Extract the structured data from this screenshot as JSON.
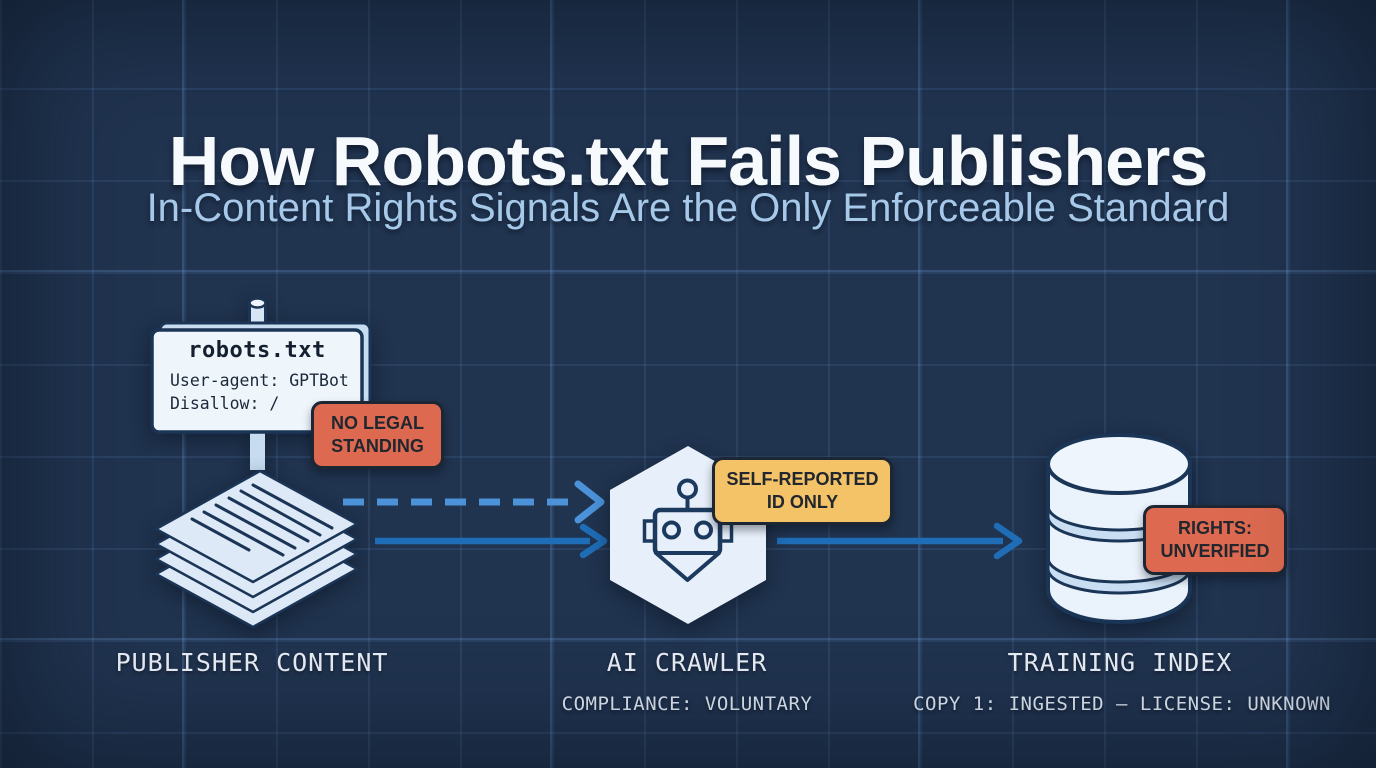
{
  "header": {
    "title": "How Robots.txt Fails Publishers",
    "subtitle": "In-Content Rights Signals Are the Only Enforceable Standard"
  },
  "sign": {
    "filename": "robots.txt",
    "rule1": "User-agent: GPTBot",
    "rule2": "Disallow: /"
  },
  "badges": {
    "no_legal_standing": {
      "line1": "NO LEGAL",
      "line2": "STANDING",
      "color": "#dd6a50"
    },
    "self_reported_id": {
      "line1": "SELF-REPORTED",
      "line2": "ID ONLY",
      "color": "#f4c367"
    },
    "rights_unverified": {
      "line1": "RIGHTS:",
      "line2": "UNVERIFIED",
      "color": "#dd6a50"
    }
  },
  "nodes": {
    "publisher_content": {
      "label": "PUBLISHER CONTENT"
    },
    "ai_crawler": {
      "label": "AI CRAWLER",
      "status": "COMPLIANCE: VOLUNTARY"
    },
    "training_index": {
      "label": "TRAINING INDEX",
      "status": "COPY 1: INGESTED — LICENSE: UNKNOWN"
    }
  },
  "icons": {
    "publisher": "robots-txt-signpost + paper-stack-icon",
    "crawler": "robot-in-hexagon-icon",
    "index": "database-cylinder-icon",
    "arrows": [
      "dashed-arrow",
      "solid-arrow",
      "solid-arrow"
    ]
  },
  "colors": {
    "background": "#20334f",
    "grid_line": "#3a5a88",
    "title_text": "#f7fafd",
    "subtitle_text": "#a6c8e9",
    "label_text": "#e9eef6",
    "shape_fill": "#e7effa",
    "shape_stroke": "#1b3556",
    "danger_badge": "#dd6a50",
    "warning_badge": "#f4c367",
    "badge_text": "#21262f",
    "dashed_arrow": "#4b92d9",
    "solid_arrow": "#1e6db6"
  }
}
